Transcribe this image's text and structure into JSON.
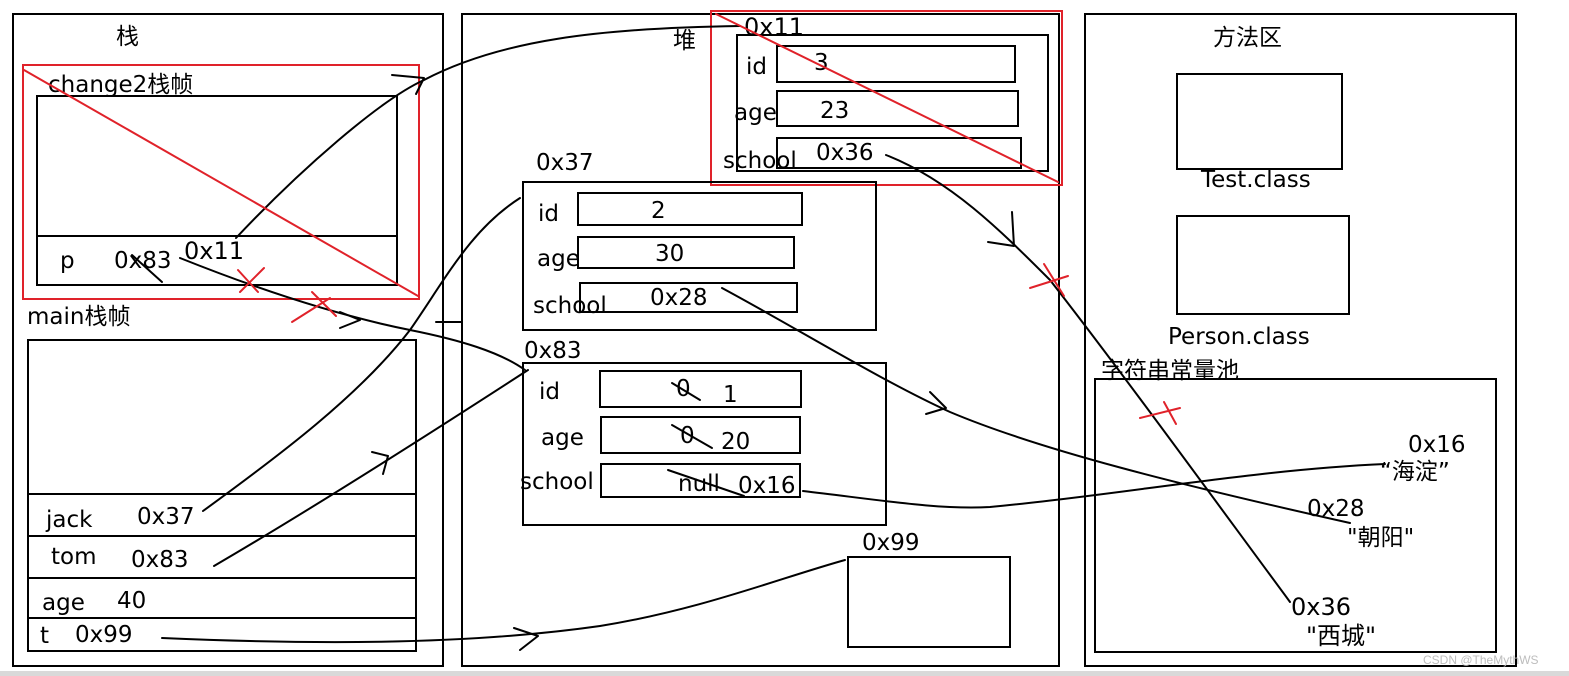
{
  "stack": {
    "title": "栈",
    "change2": {
      "frame_label": "change2栈帧",
      "p_var": "p",
      "p_old_value": "0x83",
      "p_new_value": "0x11"
    },
    "main": {
      "frame_label": "main栈帧",
      "rows": [
        {
          "name": "jack",
          "value": "0x37"
        },
        {
          "name": "tom",
          "value": "0x83"
        },
        {
          "name": "age",
          "value": "40"
        },
        {
          "name": "t",
          "value": "0x99"
        }
      ]
    }
  },
  "heap": {
    "title": "堆",
    "obj_0x11": {
      "address": "0x11",
      "id_label": "id",
      "id": "3",
      "age_label": "age",
      "age": "23",
      "school_label": "school",
      "school": "0x36"
    },
    "obj_0x37": {
      "address": "0x37",
      "id_label": "id",
      "id": "2",
      "age_label": "age",
      "age": "30",
      "school_label": "school",
      "school": "0x28"
    },
    "obj_0x83": {
      "address": "0x83",
      "id_label": "id",
      "id_old": "0",
      "id": "1",
      "age_label": "age",
      "age_old": "0",
      "age": "20",
      "school_label": "school",
      "school_old": "null",
      "school": "0x16"
    },
    "obj_0x99": {
      "address": "0x99"
    }
  },
  "method_area": {
    "title": "方法区",
    "class1": "Test.class",
    "class2": "Person.class",
    "string_pool": {
      "title": "字符串常量池",
      "entries": [
        {
          "address": "0x16",
          "value": "“海淀”"
        },
        {
          "address": "0x28",
          "value": "\"朝阳\""
        },
        {
          "address": "0x36",
          "value": "\"西城\""
        }
      ]
    }
  },
  "watermark": "CSDN @TheMythWS",
  "colors": {
    "line": "#000000",
    "strike": "#e0222a"
  }
}
